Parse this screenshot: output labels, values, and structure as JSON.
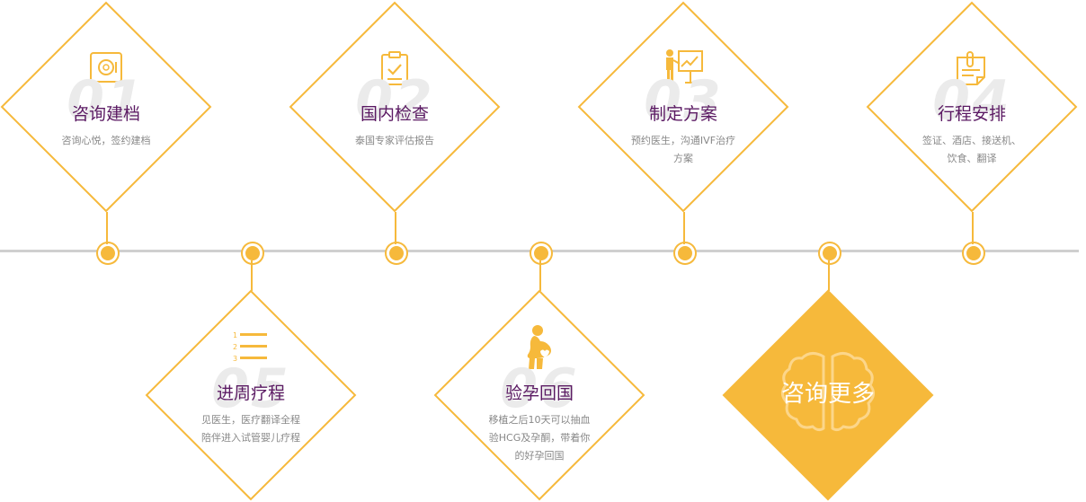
{
  "steps": [
    {
      "num": "01",
      "title": "咨询建档",
      "desc": "咨询心悦，签约建档",
      "icon": "safe-icon"
    },
    {
      "num": "02",
      "title": "国内检查",
      "desc": "泰国专家评估报告",
      "icon": "clipboard-check-icon"
    },
    {
      "num": "03",
      "title": "制定方案",
      "desc": "预约医生，沟通IVF治疗方案",
      "icon": "presentation-board-icon"
    },
    {
      "num": "04",
      "title": "行程安排",
      "desc": "签证、酒店、接送机、饮食、翻译",
      "icon": "notepad-pin-icon"
    },
    {
      "num": "05",
      "title": "进周疗程",
      "desc": "见医生，医疗翻译全程陪伴进入试管婴儿疗程",
      "icon": "numbered-list-icon"
    },
    {
      "num": "06",
      "title": "验孕回国",
      "desc": "移植之后10天可以抽血验HCG及孕酮，带着你的好孕回国",
      "icon": "pregnant-woman-icon"
    }
  ],
  "more": {
    "label": "咨询更多",
    "icon": "brain-outline-icon"
  },
  "colors": {
    "accent": "#f6b93b",
    "title": "#5b1a63",
    "text": "#888888",
    "line": "#cfcfcf"
  }
}
